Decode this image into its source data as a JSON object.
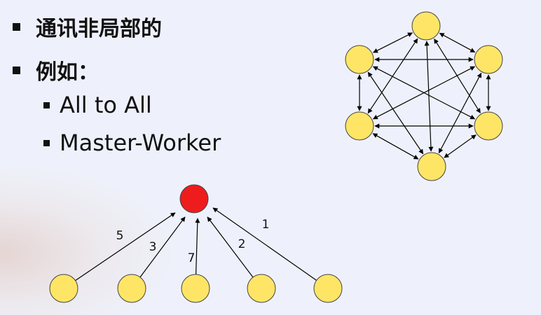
{
  "bullets": {
    "item1": "通讯非局部的",
    "item2": "例如：",
    "sub1": "All to All",
    "sub2": "Master-Worker"
  },
  "colors": {
    "node_yellow": "#ffe566",
    "master_red": "#ee1c1c",
    "arrow": "#000000"
  },
  "master_worker": {
    "edge_labels": [
      "5",
      "3",
      "7",
      "2",
      "1"
    ]
  }
}
